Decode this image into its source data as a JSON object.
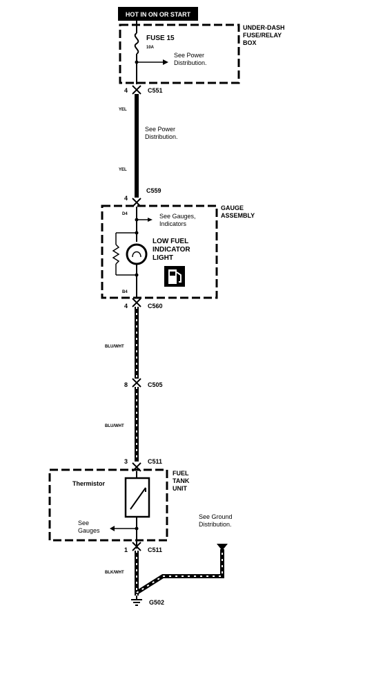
{
  "power_label": "HOT IN ON OR START",
  "underdash_box": {
    "line1": "UNDER-DASH",
    "line2": "FUSE/RELAY",
    "line3": "BOX"
  },
  "fuse": {
    "name": "FUSE 15",
    "rating": "10A"
  },
  "see_power_dist_1": {
    "line1": "See Power",
    "line2": "Distribution."
  },
  "c551": {
    "pin": "4",
    "name": "C551"
  },
  "wire_yel": "YEL",
  "see_power_dist_2": {
    "line1": "See Power",
    "line2": "Distribution."
  },
  "c559": {
    "pin": "4",
    "name": "C559"
  },
  "gauge_assembly": {
    "line1": "GAUGE",
    "line2": "ASSEMBLY",
    "pin_top": "D4",
    "pin_bottom": "B4"
  },
  "see_gauges_indicators": {
    "line1": "See Gauges,",
    "line2": "Indicators"
  },
  "low_fuel": {
    "line1": "LOW FUEL",
    "line2": "INDICATOR",
    "line3": "LIGHT"
  },
  "c560": {
    "pin": "4",
    "name": "C560"
  },
  "wire_blu_wht": "BLU/WHT",
  "c505": {
    "pin": "8",
    "name": "C505"
  },
  "c511_top": {
    "pin": "3",
    "name": "C511"
  },
  "fuel_tank_unit": {
    "line1": "FUEL",
    "line2": "TANK",
    "line3": "UNIT"
  },
  "thermistor": "Thermistor",
  "see_gauges": {
    "line1": "See",
    "line2": "Gauges"
  },
  "c511_bottom": {
    "pin": "1",
    "name": "C511"
  },
  "see_ground_dist": {
    "line1": "See Ground",
    "line2": "Distribution."
  },
  "wire_blk_wht": "BLK/WHT",
  "g502": "G502"
}
